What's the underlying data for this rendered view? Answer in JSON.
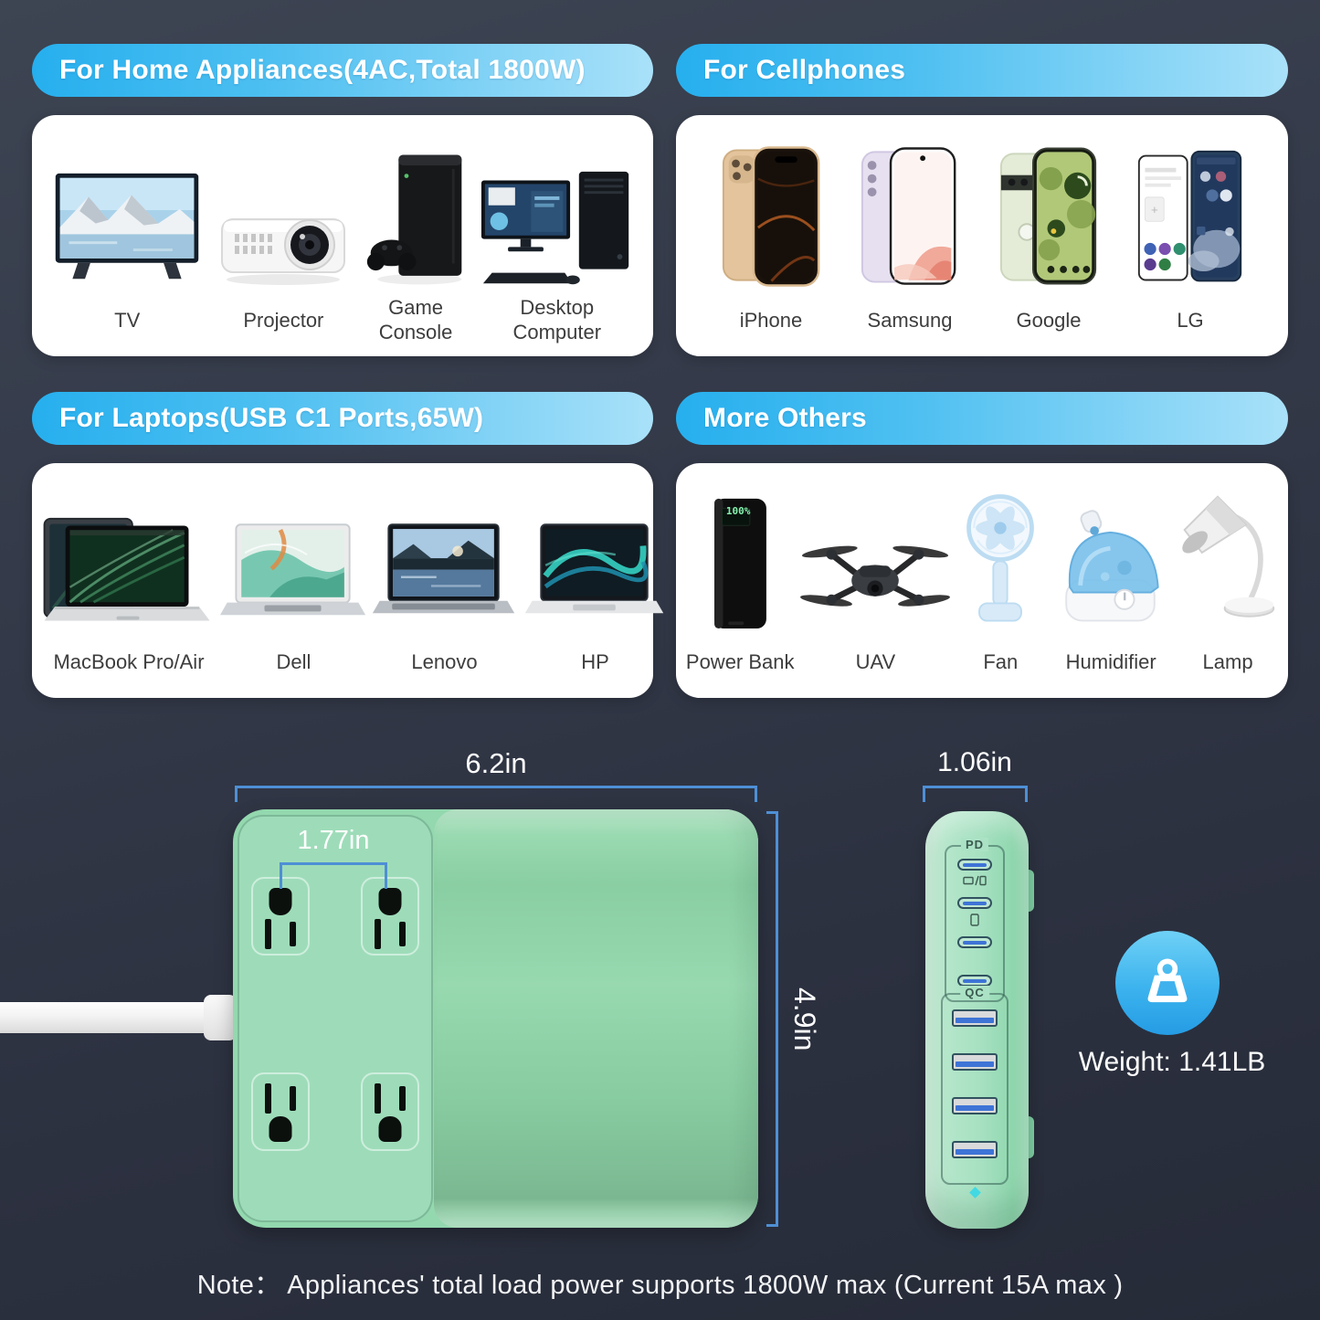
{
  "sections": [
    {
      "header": "For Home Appliances(4AC,Total 1800W)",
      "items": [
        {
          "label": "TV"
        },
        {
          "label": "Projector"
        },
        {
          "label": "Game Console"
        },
        {
          "label": "Desktop Computer"
        }
      ]
    },
    {
      "header": "For Cellphones",
      "items": [
        {
          "label": "iPhone"
        },
        {
          "label": "Samsung"
        },
        {
          "label": "Google"
        },
        {
          "label": "LG"
        }
      ]
    },
    {
      "header": "For Laptops(USB C1 Ports,65W)",
      "items": [
        {
          "label": "MacBook Pro/Air"
        },
        {
          "label": "Dell"
        },
        {
          "label": "Lenovo"
        },
        {
          "label": "HP"
        }
      ]
    },
    {
      "header": "More Others",
      "items": [
        {
          "label": "Power Bank",
          "display": "100%"
        },
        {
          "label": "UAV"
        },
        {
          "label": "Fan"
        },
        {
          "label": "Humidifier"
        },
        {
          "label": "Lamp"
        }
      ]
    }
  ],
  "diagram": {
    "width_label": "6.2in",
    "outlet_spacing_label": "1.77in",
    "height_label": "4.9in",
    "depth_label": "1.06in",
    "pd_section_label": "PD",
    "qc_section_label": "QC",
    "weight_text": "Weight: 1.41LB"
  },
  "note_text": "Note：  Appliances' total load power supports 1800W max (Current 15A max )",
  "colors": {
    "accent_blue": "#4e8fd5",
    "header_gradient_start": "#26afee",
    "header_gradient_end": "#a9e1f9",
    "strip_green": "#93d8ae",
    "usb_port_blue": "#3e74d6",
    "weight_icon_blue": "#2fa9e9",
    "background_top": "#3d4452",
    "background_bottom": "#262b38"
  }
}
